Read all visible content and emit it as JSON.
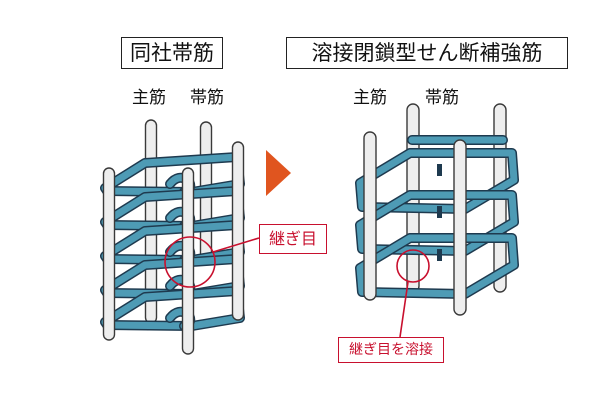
{
  "left": {
    "title": "同社帯筋",
    "main_bar_label": "主筋",
    "hoop_label": "帯筋",
    "joint_label": "継ぎ目"
  },
  "right": {
    "title": "溶接閉鎖型せん断補強筋",
    "main_bar_label": "主筋",
    "hoop_label": "帯筋",
    "weld_label": "継ぎ目を溶接"
  },
  "colors": {
    "hoop": "#4e9bb5",
    "hoop_outline": "#1e3a4f",
    "main_bar": "#eeeeee",
    "main_bar_outline": "#3a3a3a",
    "arrow": "#e0551f",
    "callout": "#c8102e"
  },
  "icons": {
    "arrow": "triangle-right-icon"
  }
}
